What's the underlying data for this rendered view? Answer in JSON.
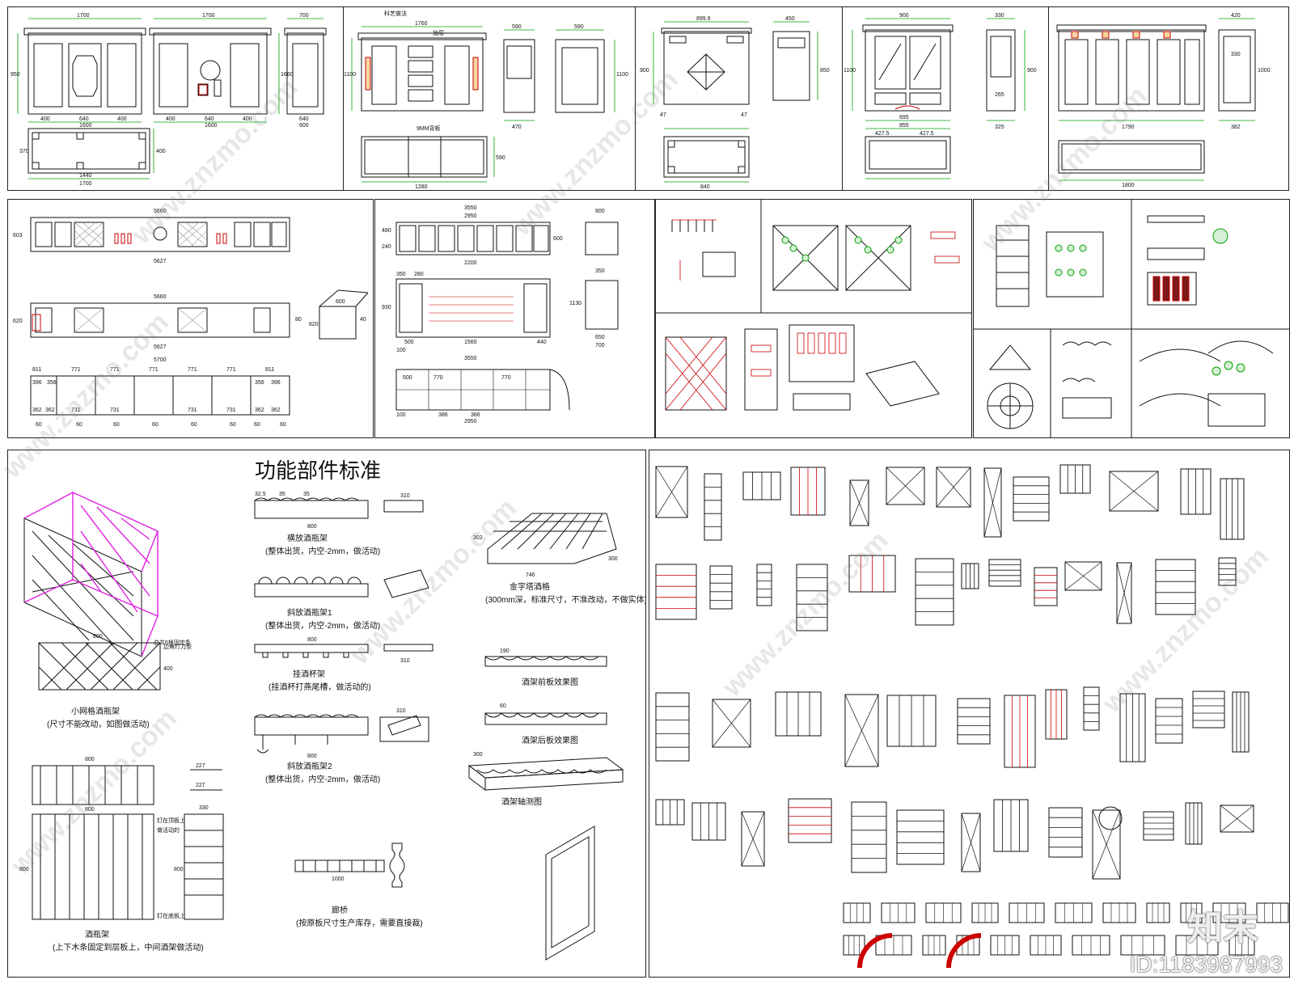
{
  "colors": {
    "dim_green": "#00a000",
    "cad_red": "#cc0000",
    "magenta": "#e020e0",
    "line": "#111111"
  },
  "watermark": {
    "site": "www.znzmo.com",
    "brand": "知末",
    "id": "ID:1183987993"
  },
  "p1": {
    "d": [
      "1700",
      "1700",
      "700",
      "950",
      "1660",
      "400",
      "640",
      "400",
      "400",
      "640",
      "400",
      "1600",
      "1600",
      "640",
      "600",
      "1440",
      "1700",
      "370",
      "400"
    ]
  },
  "p2": {
    "n1": "科艺做法",
    "n2": "抽屉",
    "n3": "9MM背板",
    "d": [
      "1760",
      "1100",
      "590",
      "590",
      "1100",
      "470",
      "1280",
      "590"
    ]
  },
  "p3": {
    "d": [
      "899.9",
      "450",
      "850",
      "900",
      "840",
      "47",
      "47"
    ]
  },
  "p4": {
    "d": [
      "900",
      "330",
      "1100",
      "900",
      "695",
      "855",
      "427.5",
      "427.5",
      "265",
      "325"
    ]
  },
  "p5": {
    "d": [
      "1790",
      "420",
      "330",
      "1800",
      "382",
      "1000"
    ]
  },
  "p6": {
    "d": [
      "5660",
      "5627",
      "5660",
      "5627",
      "5700",
      "811",
      "771",
      "771",
      "771",
      "771",
      "771",
      "811",
      "396",
      "356",
      "356",
      "396",
      "362",
      "362",
      "731",
      "731",
      "731",
      "731",
      "362",
      "362",
      "60",
      "60",
      "60",
      "60",
      "60",
      "60",
      "60",
      "60",
      "603",
      "620",
      "600",
      "620",
      "80",
      "40"
    ]
  },
  "p7": {
    "d": [
      "3550",
      "2950",
      "800",
      "2200",
      "350",
      "280",
      "1560",
      "500",
      "100",
      "440",
      "3550",
      "2950",
      "386",
      "386",
      "770",
      "770",
      "500",
      "100",
      "600",
      "930",
      "480",
      "240",
      "350",
      "1130",
      "650",
      "700"
    ]
  },
  "main": {
    "title": "功能部件标准",
    "c1": "小网格酒瓶架",
    "c1s": "(尺寸不能改动，如图做活动)",
    "c1n": "边角打刀型",
    "c1n2": "总共6根固定条",
    "c2": "酒瓶架",
    "c2s": "(上下木条固定到层板上，中间酒架做活动)",
    "c2n1": "钉在顶板上",
    "c2n2": "做活动的",
    "c2n3": "钉在底板上",
    "c3": "横放酒瓶架",
    "c3s": "(整体出货，内空-2mm，做活动)",
    "c4": "斜放酒瓶架1",
    "c4s": "(整体出货，内空-2mm，做活动)",
    "c5": "挂酒杯架",
    "c5s": "(挂酒杯打燕尾槽，做活动的)",
    "c6": "斜放酒瓶架2",
    "c6s": "(整体出货，内空-2mm，做活动)",
    "c7": "廊桥",
    "c7s": "(按原板尺寸生产库存，需要直接裁)",
    "c8": "金字塔酒格",
    "c8s": "(300mm深，标准尺寸，不准改动，不做实体)",
    "c9": "酒架前板效果图",
    "c10": "酒架后板效果图",
    "c11": "酒架轴测图",
    "d": [
      "800",
      "400",
      "800",
      "800",
      "800",
      "800",
      "330",
      "800",
      "800",
      "800",
      "800",
      "310",
      "310",
      "310",
      "310",
      "746",
      "300",
      "302",
      "190",
      "60",
      "300",
      "227",
      "227",
      "1000",
      "32.5",
      "35",
      "35"
    ]
  }
}
